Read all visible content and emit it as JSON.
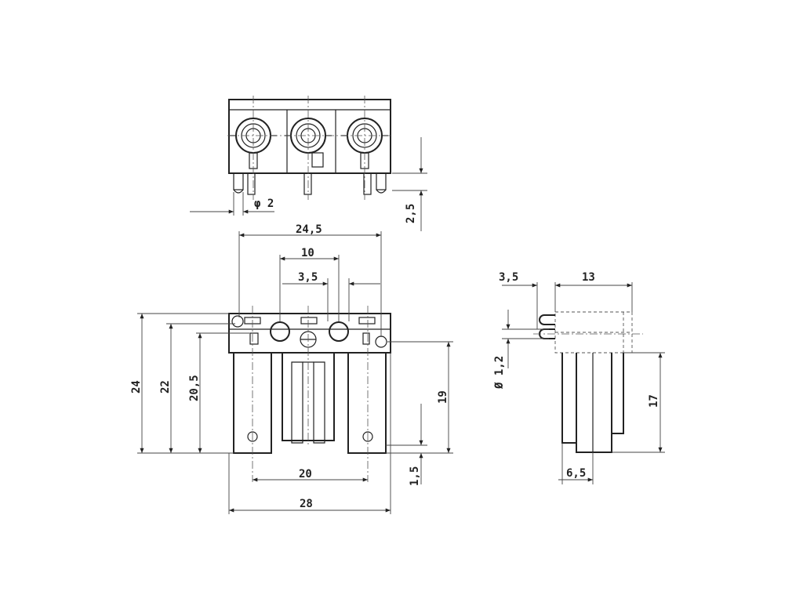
{
  "labels": {
    "top_pin_diameter": "φ 2",
    "top_height": "2,5",
    "width_24_5": "24,5",
    "pitch_10": "10",
    "offset_3_5": "3,5",
    "height_24": "24",
    "height_22": "22",
    "height_20_5": "20,5",
    "height_19": "19",
    "offset_1_5": "1,5",
    "spacing_20": "20",
    "width_28": "28",
    "side_3_5": "3,5",
    "depth_13": "13",
    "pin_diameter_1_2": "Ø 1,2",
    "height_17": "17",
    "offset_6_5": "6,5"
  }
}
